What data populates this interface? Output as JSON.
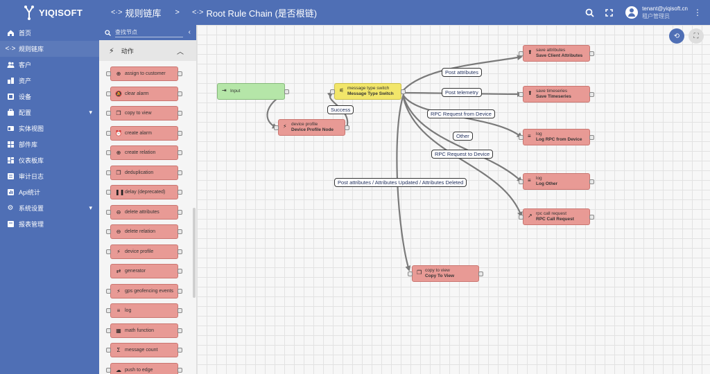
{
  "brand": {
    "name": "YIQISOFT"
  },
  "breadcrumb": [
    {
      "label": "规则链库",
      "icon": "link-icon"
    },
    {
      "label": "Root Rule Chain (是否根链)",
      "icon": "link-icon"
    }
  ],
  "breadcrumb_separator": ">",
  "user": {
    "email": "tenant@yiqisoft.cn",
    "role": "租户管理员"
  },
  "nav": [
    {
      "label": "首页",
      "icon": "home-icon",
      "chevron": false
    },
    {
      "label": "规则链库",
      "icon": "rule-chain-icon",
      "chevron": false,
      "active": true
    },
    {
      "label": "客户",
      "icon": "customers-icon",
      "chevron": false
    },
    {
      "label": "资产",
      "icon": "assets-icon",
      "chevron": false
    },
    {
      "label": "设备",
      "icon": "devices-icon",
      "chevron": false
    },
    {
      "label": "配置",
      "icon": "profiles-icon",
      "chevron": true
    },
    {
      "label": "实体视图",
      "icon": "entity-view-icon",
      "chevron": false
    },
    {
      "label": "部件库",
      "icon": "widgets-icon",
      "chevron": false
    },
    {
      "label": "仪表板库",
      "icon": "dashboards-icon",
      "chevron": false
    },
    {
      "label": "审计日志",
      "icon": "audit-log-icon",
      "chevron": false
    },
    {
      "label": "Api统计",
      "icon": "api-usage-icon",
      "chevron": false
    },
    {
      "label": "系统设置",
      "icon": "settings-icon",
      "chevron": true
    },
    {
      "label": "报表管理",
      "icon": "reports-icon",
      "chevron": false
    }
  ],
  "library": {
    "search_placeholder": "查找节点",
    "section_title": "动作",
    "nodes": [
      {
        "label": "assign to customer",
        "icon": "plus-circle-icon"
      },
      {
        "label": "clear alarm",
        "icon": "alarm-off-icon"
      },
      {
        "label": "copy to view",
        "icon": "copy-icon"
      },
      {
        "label": "create alarm",
        "icon": "alarm-icon"
      },
      {
        "label": "create relation",
        "icon": "plus-circle-icon"
      },
      {
        "label": "deduplication",
        "icon": "copy-icon"
      },
      {
        "label": "delay (deprecated)",
        "icon": "pause-icon"
      },
      {
        "label": "delete attributes",
        "icon": "minus-circle-icon"
      },
      {
        "label": "delete relation",
        "icon": "minus-circle-icon"
      },
      {
        "label": "device profile",
        "icon": "bolt-icon"
      },
      {
        "label": "generator",
        "icon": "repeat-icon"
      },
      {
        "label": "gps geofencing events",
        "icon": "bolt-icon"
      },
      {
        "label": "log",
        "icon": "menu-icon"
      },
      {
        "label": "math function",
        "icon": "calculator-icon"
      },
      {
        "label": "message count",
        "icon": "sigma-icon"
      },
      {
        "label": "push to edge",
        "icon": "cloud-upload-icon"
      }
    ]
  },
  "canvas": {
    "nodes": {
      "input": {
        "title": "Input",
        "icon": "input-icon"
      },
      "device_profile": {
        "type": "device profile",
        "name": "Device Profile Node",
        "icon": "bolt-icon"
      },
      "switch": {
        "type": "message type switch",
        "name": "Message Type Switch",
        "icon": "filter-icon"
      },
      "save_attr": {
        "type": "save attributes",
        "name": "Save Client Attributes",
        "icon": "upload-icon"
      },
      "save_ts": {
        "type": "save timeseries",
        "name": "Save Timeseries",
        "icon": "upload-icon"
      },
      "log_rpc": {
        "type": "log",
        "name": "Log RPC from Device",
        "icon": "menu-icon"
      },
      "log_other": {
        "type": "log",
        "name": "Log Other",
        "icon": "menu-icon"
      },
      "rpc_call": {
        "type": "rpc call request",
        "name": "RPC Call Request",
        "icon": "arrow-up-right-icon"
      },
      "copy_view": {
        "type": "copy to view",
        "name": "Copy To View",
        "icon": "copy-icon"
      }
    },
    "links": {
      "success": "Success",
      "post_attributes": "Post attributes",
      "post_telemetry": "Post telemetry",
      "rpc_from_device": "RPC Request from Device",
      "other": "Other",
      "rpc_to_device": "RPC Request to Device",
      "attr_updated": "Post attributes / Attributes Updated / Attributes Deleted"
    }
  }
}
